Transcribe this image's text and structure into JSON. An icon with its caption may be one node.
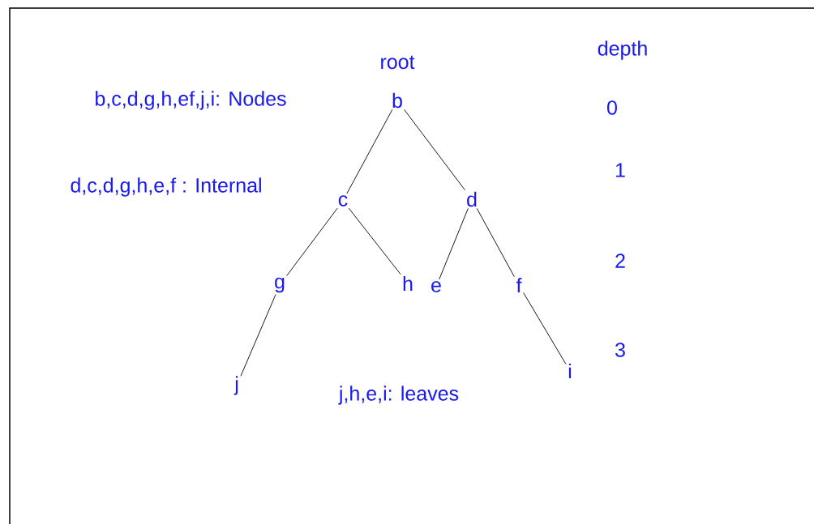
{
  "diagram": {
    "nodes": [
      {
        "text": [
          "b"
        ],
        "beside": [
          "root"
        ]
      },
      {
        "text": [
          "c"
        ]
      },
      {
        "text": [
          "d"
        ]
      },
      {
        "text": [
          "g"
        ]
      },
      {
        "text": [
          "h"
        ]
      },
      {
        "text": [
          "e"
        ]
      },
      {
        "text": [
          "f"
        ]
      },
      {
        "text": [
          "j"
        ]
      },
      {
        "text": [
          "i"
        ]
      }
    ],
    "edges": [
      {
        "from": 0,
        "to": 1,
        "arrow": "none"
      },
      {
        "from": 0,
        "to": 2,
        "arrow": "none"
      },
      {
        "from": 1,
        "to": 3,
        "arrow": "none"
      },
      {
        "from": 1,
        "to": 4,
        "arrow": "none"
      },
      {
        "from": 2,
        "to": 5,
        "arrow": "none"
      },
      {
        "from": 2,
        "to": 6,
        "arrow": "none"
      },
      {
        "from": 3,
        "to": 7,
        "arrow": "none"
      },
      {
        "from": 6,
        "to": 8,
        "arrow": "none"
      }
    ],
    "labels": [
      "depth",
      "b,c,d,g,h,ef,j,i: Nodes",
      "0",
      "1",
      "d,c,d,g,h,e,f : Internal",
      "2",
      "3",
      "j,h,e,i: leaves"
    ]
  }
}
